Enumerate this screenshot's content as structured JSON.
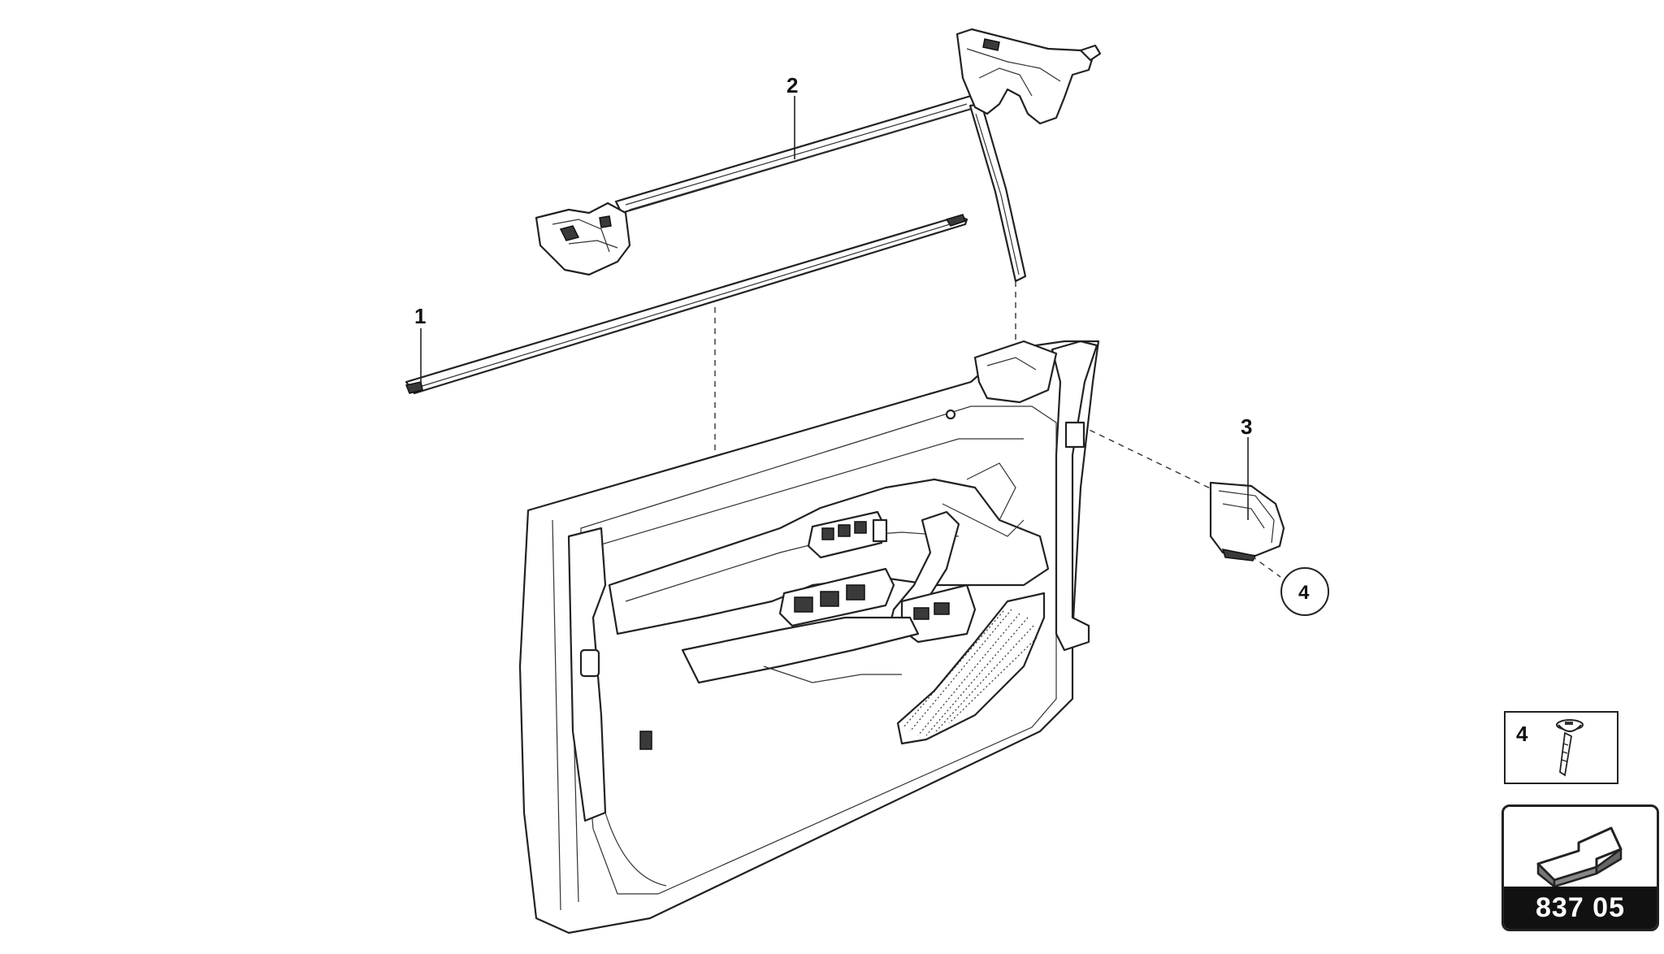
{
  "callouts": {
    "part1": "1",
    "part2": "2",
    "part3": "3",
    "part4": "4"
  },
  "inset": {
    "label": "4",
    "icon": "screw-icon"
  },
  "reference": {
    "number": "837 05",
    "icon": "next-page-arrow-icon"
  }
}
